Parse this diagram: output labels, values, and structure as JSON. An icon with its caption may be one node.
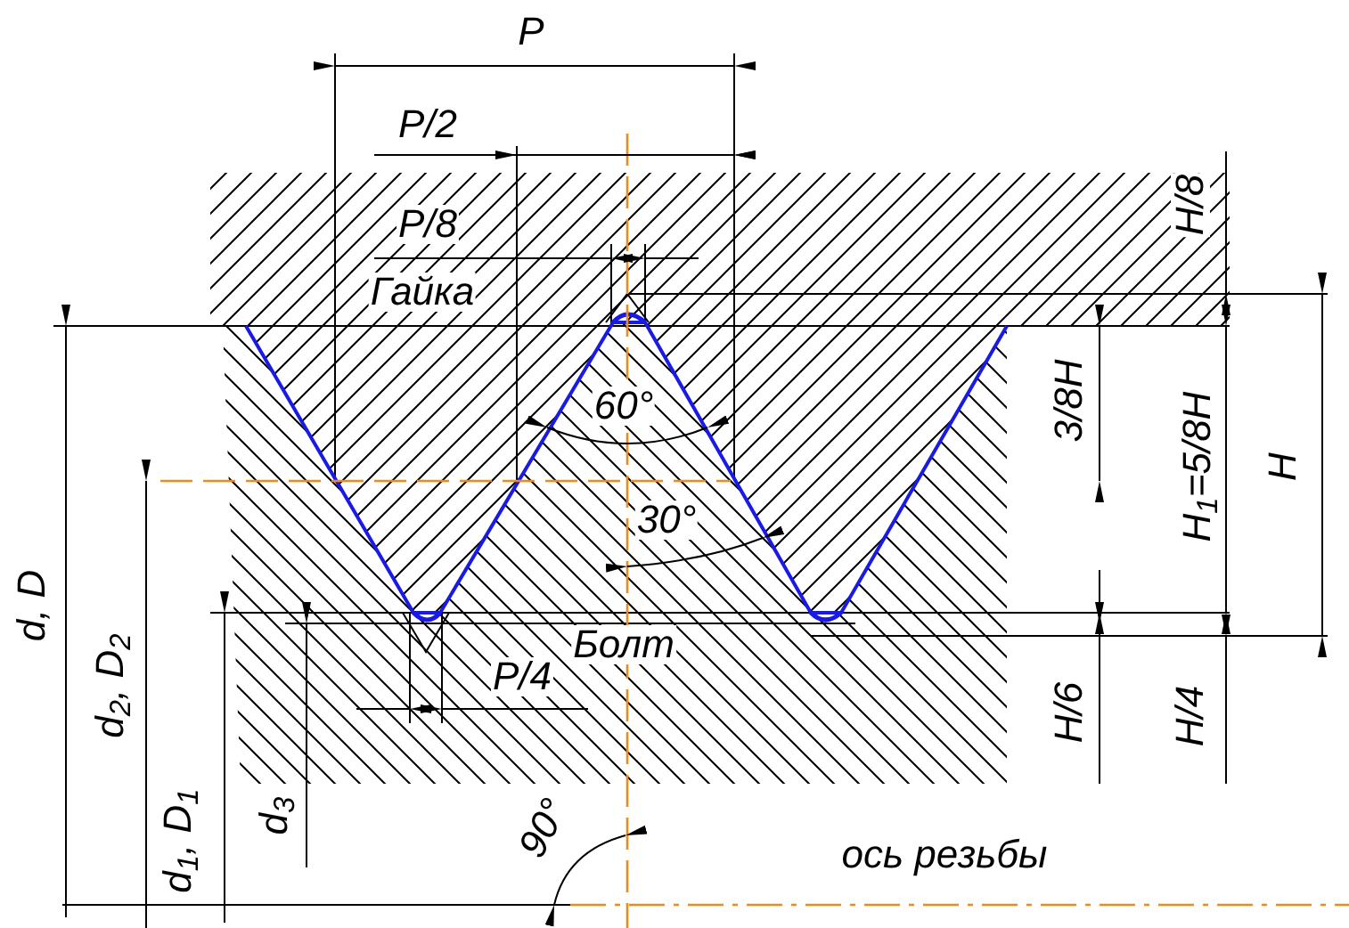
{
  "diagram": {
    "labels": [
      "P",
      "P/2",
      "P/8",
      "Гайка",
      "H/8",
      "60°",
      "3/8H",
      "H$_{1}$=5/8H",
      "H",
      "30°",
      "Болт",
      "P/4",
      "d, D",
      "d$_{2}$, D$_{2}$",
      "H/6",
      "H/4",
      "d$_{1}$, D$_{1}$",
      "d$_{3}$",
      "90°",
      "ось резьбы"
    ]
  }
}
